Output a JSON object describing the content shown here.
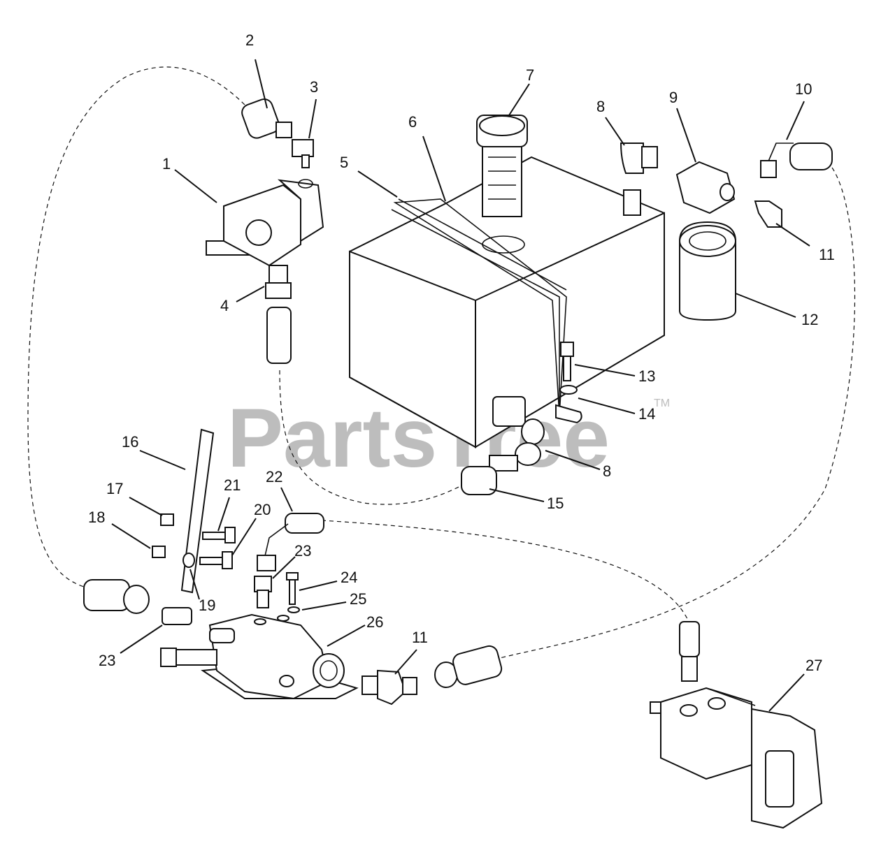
{
  "watermark": {
    "text": "PartsTree",
    "tm": "TM"
  },
  "callouts": {
    "c1": "1",
    "c2": "2",
    "c3": "3",
    "c4": "4",
    "c5": "5",
    "c6": "6",
    "c7": "7",
    "c8a": "8",
    "c8b": "8",
    "c9": "9",
    "c10": "10",
    "c11a": "11",
    "c11b": "11",
    "c12": "12",
    "c13": "13",
    "c14": "14",
    "c15": "15",
    "c16": "16",
    "c17": "17",
    "c18": "18",
    "c19": "19",
    "c20": "20",
    "c21": "21",
    "c22": "22",
    "c23a": "23",
    "c23b": "23",
    "c24": "24",
    "c25": "25",
    "c26": "26",
    "c27": "27"
  }
}
